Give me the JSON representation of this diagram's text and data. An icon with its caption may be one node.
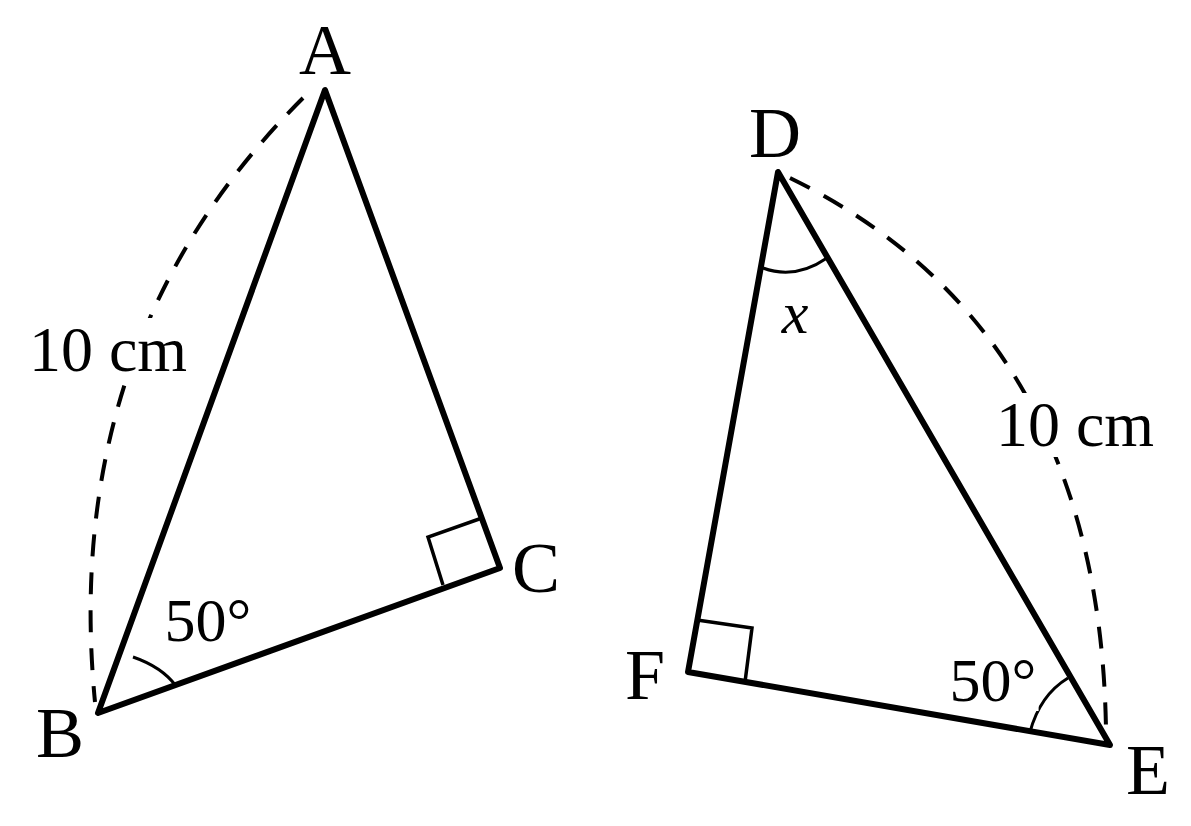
{
  "diagram": {
    "labels": [
      "A",
      "D",
      "10 cm",
      "x",
      "10 cm",
      "C",
      "50°",
      "F",
      "50°",
      "B",
      "E"
    ]
  }
}
